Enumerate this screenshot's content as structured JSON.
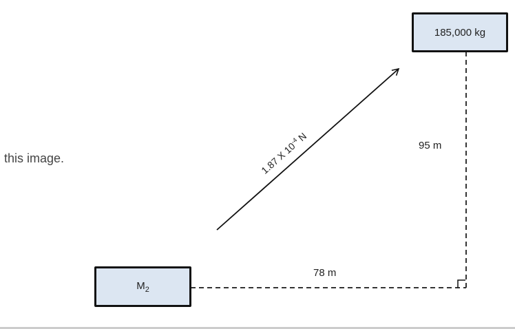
{
  "side_text": "this image.",
  "mass1": {
    "label": "185,000 kg"
  },
  "mass2": {
    "label": "M",
    "subscript": "2"
  },
  "force": {
    "base": "1.87 X 10",
    "exponent": "-4",
    "unit": " N"
  },
  "vertical_distance": "95 m",
  "horizontal_distance": "78 m",
  "colors": {
    "box_fill": "#dce6f2",
    "line": "#111111"
  }
}
